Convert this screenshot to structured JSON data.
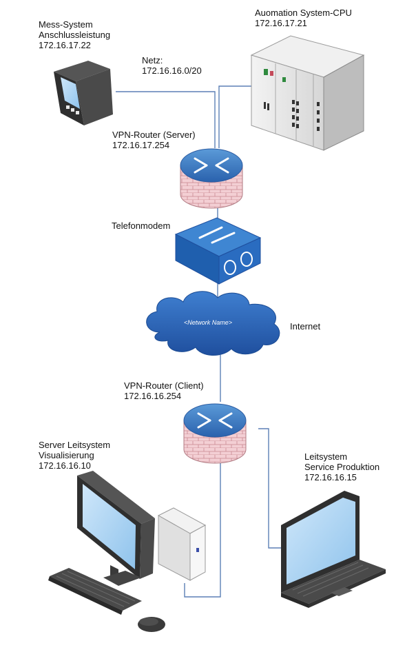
{
  "labels": {
    "mess_system": [
      "Mess-System",
      "Anschlussleistung",
      "172.16.17.22"
    ],
    "automation_cpu": [
      "Auomation System-CPU",
      "172.16.17.21"
    ],
    "netz": [
      "Netz:",
      "172.16.16.0/20"
    ],
    "vpn_server": [
      "VPN-Router (Server)",
      "172.16.17.254"
    ],
    "telefonmodem": [
      "Telefonmodem"
    ],
    "internet": [
      "Internet"
    ],
    "vpn_client": [
      "VPN-Router (Client)",
      "172.16.16.254"
    ],
    "server_leitsystem": [
      "Server Leitsystem",
      "Visualisierung",
      "172.16.16.10"
    ],
    "leitsystem_service": [
      "Leitsystem",
      "Service Produktion",
      "172.16.16.15"
    ]
  },
  "cloud_label": "<Network Name>",
  "colors": {
    "line": "#5b7fb5",
    "router_top": "#3b78c0",
    "router_brick": "#f2c9cf",
    "modem": "#2f6fbf",
    "cloud": "#2a63b8",
    "screen": "#a9d2f1",
    "device_dark": "#3a3a3a",
    "cabinet": "#e6e6e6"
  }
}
